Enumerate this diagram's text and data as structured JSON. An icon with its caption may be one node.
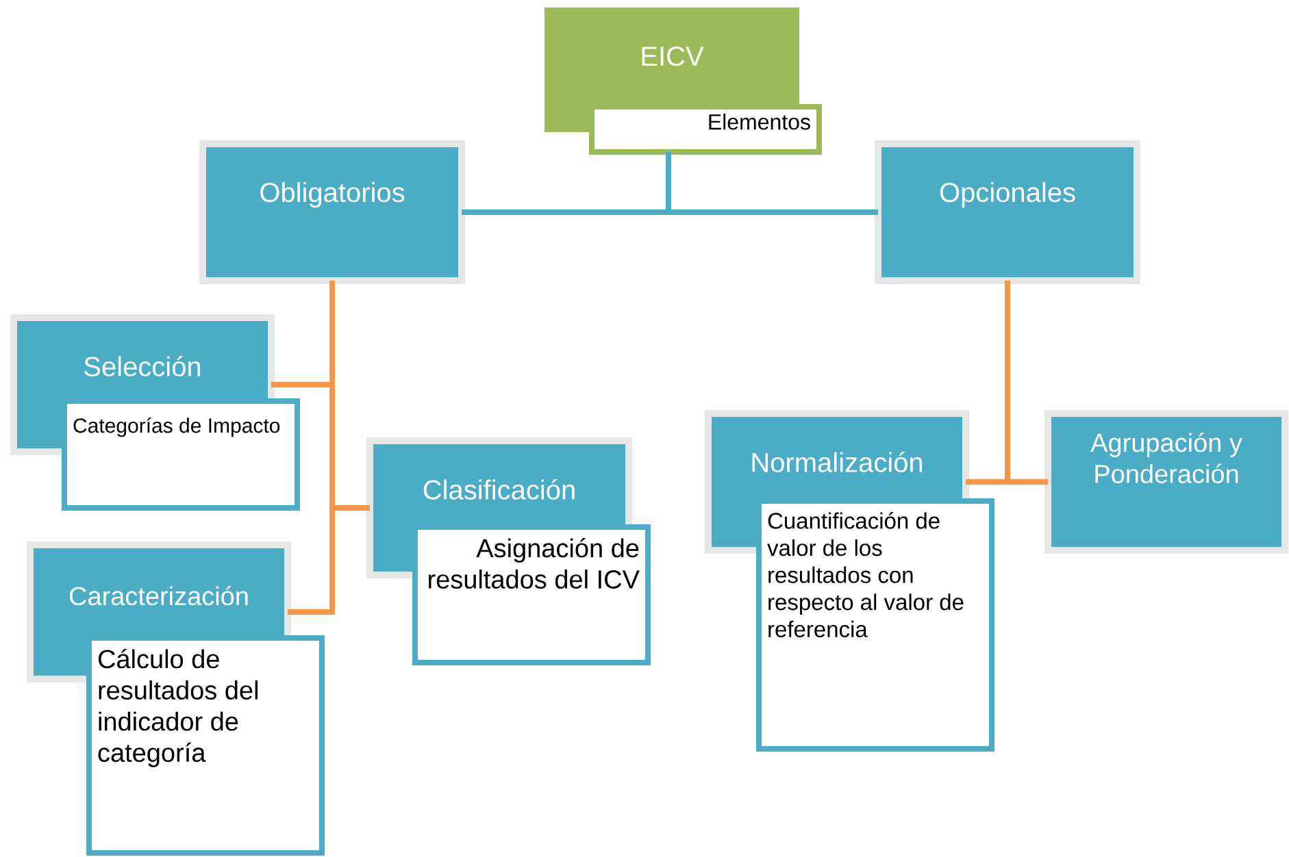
{
  "diagram": {
    "nodes": [
      {
        "text": [
          "EICV"
        ]
      },
      {
        "text": [
          "Elementos"
        ]
      },
      {
        "text": [
          "Obligatorios"
        ]
      },
      {
        "text": [
          "Opcionales"
        ]
      },
      {
        "text": [
          "Selección"
        ]
      },
      {
        "text": [
          "Categorías de Impacto"
        ]
      },
      {
        "text": [
          "Clasificación"
        ]
      },
      {
        "text": [
          "Asignación de resultados del ICV"
        ]
      },
      {
        "text": [
          "Caracterización"
        ]
      },
      {
        "text": [
          "Cálculo de resultados del indicador de categoría"
        ]
      },
      {
        "text": [
          "Normalización"
        ]
      },
      {
        "text": [
          "Cuantificación de valor de los resultados con respecto al valor de referencia"
        ]
      },
      {
        "text": [
          "Agrupación y Ponderación"
        ]
      }
    ],
    "edges": [
      {
        "from": 1,
        "to": 2,
        "arrow": "none",
        "color": "#4bacc6"
      },
      {
        "from": 1,
        "to": 3,
        "arrow": "none",
        "color": "#4bacc6"
      },
      {
        "from": 2,
        "to": 4,
        "arrow": "none"
      },
      {
        "from": 2,
        "to": 6,
        "arrow": "none"
      },
      {
        "from": 2,
        "to": 8,
        "arrow": "none"
      },
      {
        "from": 3,
        "to": 10,
        "arrow": "none"
      },
      {
        "from": 3,
        "to": 12,
        "arrow": "none"
      }
    ]
  }
}
